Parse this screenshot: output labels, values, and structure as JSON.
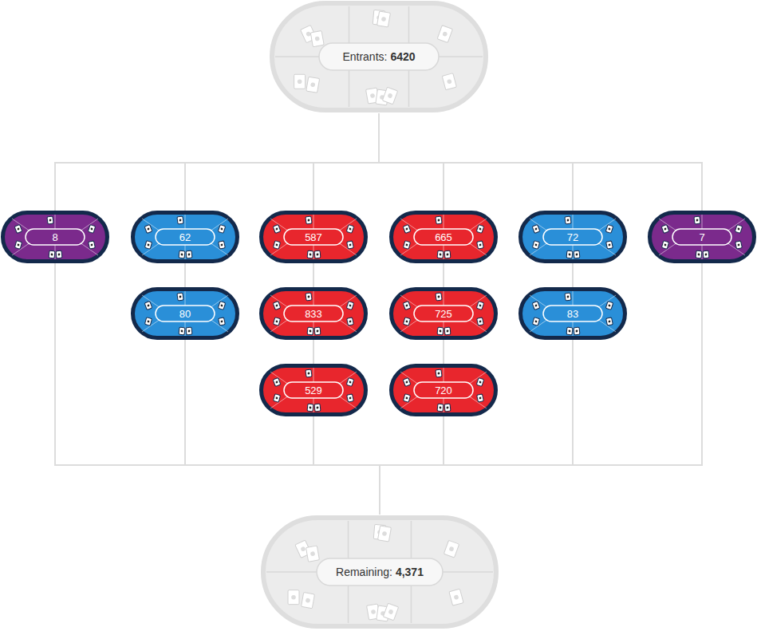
{
  "diagram": {
    "nodes": [
      {
        "text": [
          "Entrants:",
          "6420"
        ]
      },
      {
        "text": [
          "8"
        ]
      },
      {
        "text": [
          "62"
        ]
      },
      {
        "text": [
          "587"
        ]
      },
      {
        "text": [
          "665"
        ]
      },
      {
        "text": [
          "72"
        ]
      },
      {
        "text": [
          "7"
        ]
      },
      {
        "text": [
          "80"
        ]
      },
      {
        "text": [
          "833"
        ]
      },
      {
        "text": [
          "725"
        ]
      },
      {
        "text": [
          "83"
        ]
      },
      {
        "text": [
          "529"
        ]
      },
      {
        "text": [
          "720"
        ]
      },
      {
        "text": [
          "Remaining:",
          "4,371"
        ]
      }
    ],
    "edges": [
      {
        "from": 0,
        "to": 1,
        "arrow": "none"
      },
      {
        "from": 0,
        "to": 2,
        "arrow": "none"
      },
      {
        "from": 0,
        "to": 3,
        "arrow": "none"
      },
      {
        "from": 0,
        "to": 4,
        "arrow": "none"
      },
      {
        "from": 0,
        "to": 5,
        "arrow": "none"
      },
      {
        "from": 0,
        "to": 6,
        "arrow": "none"
      },
      {
        "from": 2,
        "to": 7,
        "arrow": "none"
      },
      {
        "from": 3,
        "to": 8,
        "arrow": "none"
      },
      {
        "from": 8,
        "to": 11,
        "arrow": "none"
      },
      {
        "from": 4,
        "to": 9,
        "arrow": "none"
      },
      {
        "from": 9,
        "to": 12,
        "arrow": "none"
      },
      {
        "from": 5,
        "to": 10,
        "arrow": "none"
      },
      {
        "from": 1,
        "to": 13,
        "arrow": "none"
      },
      {
        "from": 7,
        "to": 13,
        "arrow": "none"
      },
      {
        "from": 11,
        "to": 13,
        "arrow": "none"
      },
      {
        "from": 12,
        "to": 13,
        "arrow": "none"
      },
      {
        "from": 10,
        "to": 13,
        "arrow": "none"
      },
      {
        "from": 6,
        "to": 13,
        "arrow": "none"
      }
    ]
  }
}
